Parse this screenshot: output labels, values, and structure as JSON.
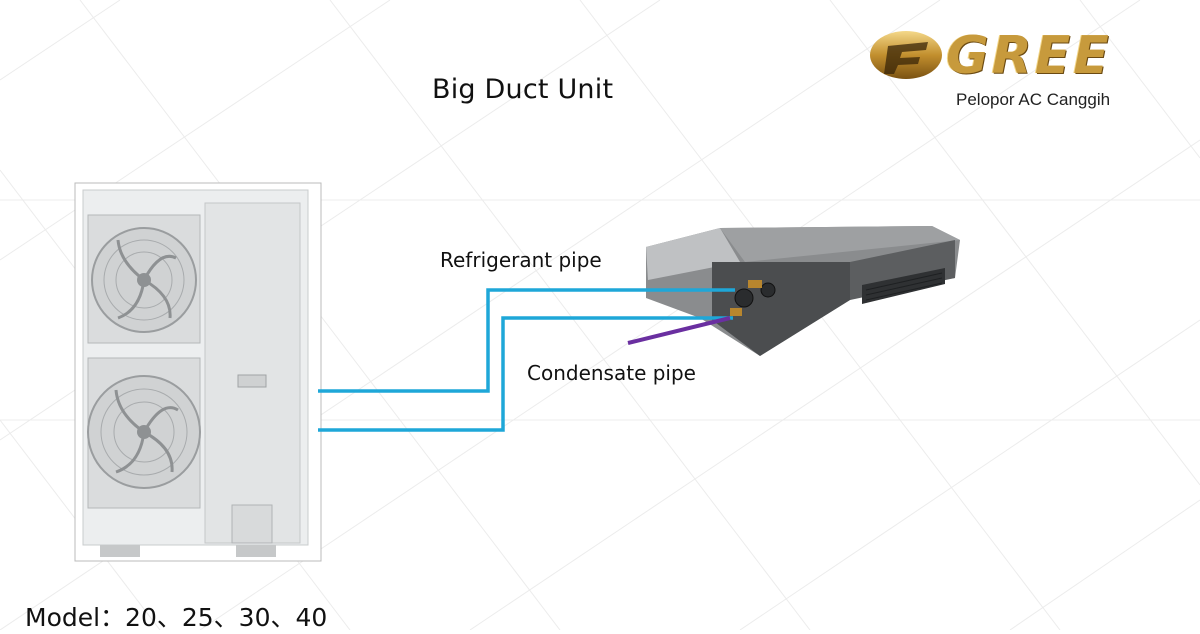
{
  "header": {
    "title": "Big Duct Unit"
  },
  "brand": {
    "name": "GREE",
    "tagline": "Pelopor AC Canggih",
    "logo_color": "#c79a3c"
  },
  "diagram": {
    "refrigerant_label": "Refrigerant pipe",
    "condensate_label": "Condensate pipe",
    "refrigerant_color": "#1ea7d8",
    "condensate_color": "#6a2fa0"
  },
  "footer": {
    "model": "Model：20、25、30、40"
  }
}
